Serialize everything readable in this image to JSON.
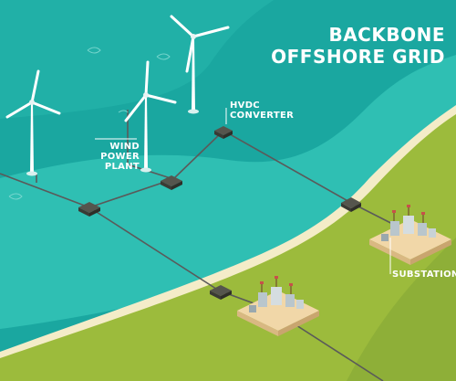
{
  "title": {
    "line1": "BACKBONE",
    "line2": "OFFSHORE GRID"
  },
  "labels": {
    "hvdc_line1": "HVDC",
    "hvdc_line2": "CONVERTER",
    "wind_line1": "WIND",
    "wind_line2": "POWER",
    "wind_line3": "PLANT",
    "substation": "SUBSTATION"
  },
  "colors": {
    "sea_deep": "#1aa7a0",
    "sea_light": "#2fbfb3",
    "sand": "#f4ecc8",
    "land": "#9cbb3c",
    "land_dark": "#86a636",
    "cable": "#5a5a5a",
    "converter": "#4a4a44",
    "turbine": "#ffffff",
    "label": "#ffffff"
  }
}
